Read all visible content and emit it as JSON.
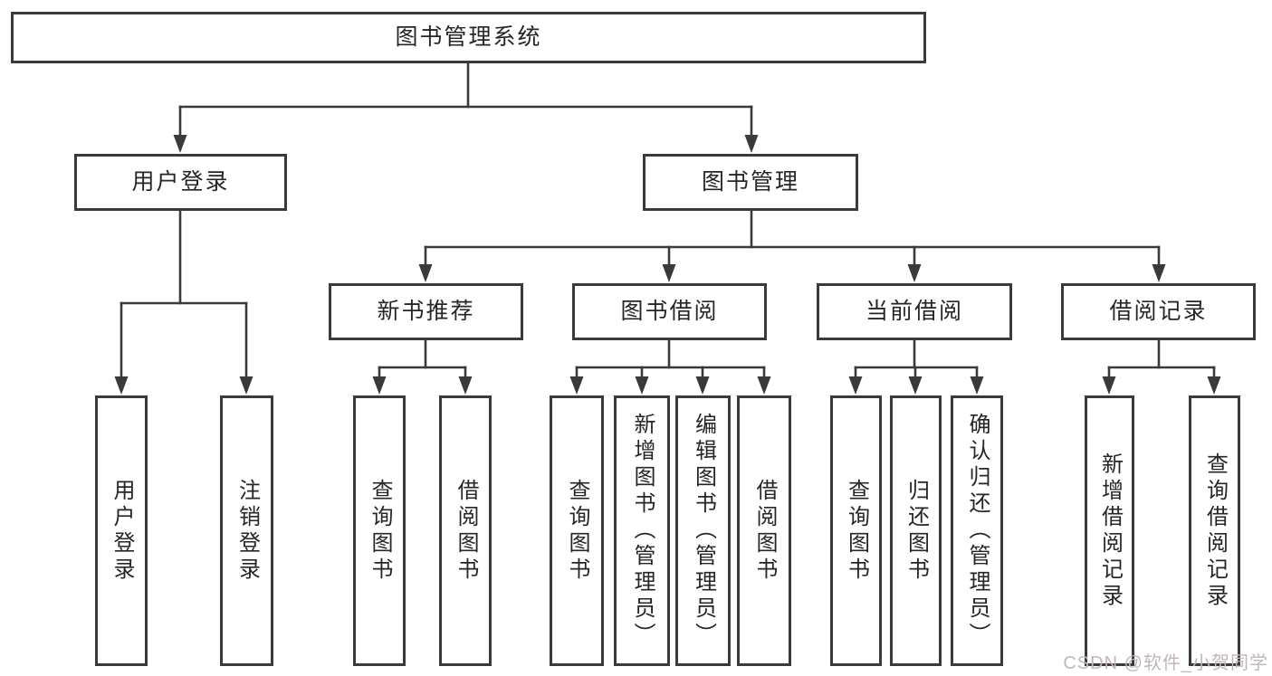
{
  "diagram_title": "图书管理系统",
  "colors": {
    "line": "#3a3a3a",
    "box_border": "#3a3a3a",
    "box_background": "#ffffff",
    "label_text": "#262626",
    "watermark_text": "#c2b6b6"
  },
  "tree": {
    "root": {
      "label": "图书管理系统"
    },
    "branches": [
      {
        "label": "用户登录",
        "children": [
          {
            "label": "用户登录"
          },
          {
            "label": "注销登录"
          }
        ]
      },
      {
        "label": "图书管理",
        "children": [
          {
            "label": "新书推荐",
            "children": [
              {
                "label": "查询图书"
              },
              {
                "label": "借阅图书"
              }
            ]
          },
          {
            "label": "图书借阅",
            "children": [
              {
                "label": "查询图书"
              },
              {
                "label": "新增图书（管理员）"
              },
              {
                "label": "编辑图书（管理员）"
              },
              {
                "label": "借阅图书"
              }
            ]
          },
          {
            "label": "当前借阅",
            "children": [
              {
                "label": "查询图书"
              },
              {
                "label": "归还图书"
              },
              {
                "label": "确认归还（管理员）"
              }
            ]
          },
          {
            "label": "借阅记录",
            "children": [
              {
                "label": "新增借阅记录"
              },
              {
                "label": "查询借阅记录"
              }
            ]
          }
        ]
      }
    ]
  },
  "watermark": {
    "text": "CSDN @软件_小贺同学"
  }
}
